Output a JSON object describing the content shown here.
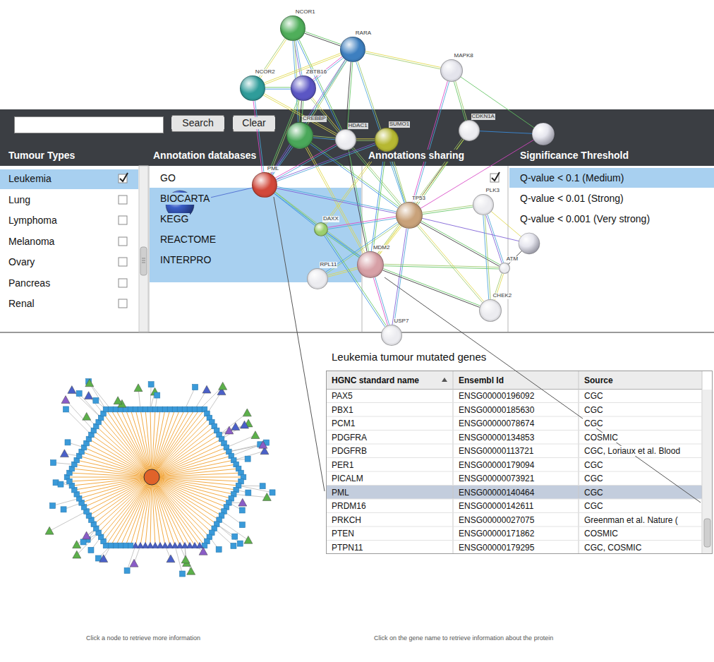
{
  "diagram": {
    "nodes": [
      {
        "text": [
          "NCOR1"
        ]
      },
      {
        "text": [
          "RARA"
        ]
      },
      {
        "text": [
          "MAPK8"
        ]
      },
      {
        "text": [
          "NCOR2"
        ]
      },
      {
        "text": [
          "ZBTB16"
        ]
      },
      {
        "text": [
          "CREBBP"
        ]
      },
      {
        "text": [
          "HDAC1"
        ]
      },
      {
        "text": [
          "SUMO1"
        ]
      },
      {
        "text": [
          "CDKN1A"
        ]
      },
      {
        "text": [
          "PML"
        ]
      },
      {
        "text": [
          "PLK3"
        ]
      },
      {
        "text": [
          "TP53"
        ]
      },
      {
        "text": [
          "DAXX"
        ]
      },
      {
        "text": [
          "MDM2"
        ]
      },
      {
        "text": [
          "ATM"
        ]
      },
      {
        "text": [
          "RPL11"
        ]
      },
      {
        "text": [
          "CHEK2"
        ]
      },
      {
        "text": [
          "USP7"
        ]
      }
    ],
    "edges": [
      {
        "from": 0,
        "to": 1,
        "arrow": "none"
      },
      {
        "from": 0,
        "to": 3,
        "arrow": "none"
      },
      {
        "from": 0,
        "to": 4,
        "arrow": "none"
      },
      {
        "from": 0,
        "to": 5,
        "arrow": "none"
      },
      {
        "from": 0,
        "to": 6,
        "arrow": "none"
      },
      {
        "from": 1,
        "to": 3,
        "arrow": "none"
      },
      {
        "from": 1,
        "to": 4,
        "arrow": "none"
      },
      {
        "from": 1,
        "to": 5,
        "arrow": "none"
      },
      {
        "from": 1,
        "to": 6,
        "arrow": "none"
      },
      {
        "from": 1,
        "to": 2,
        "arrow": "none"
      },
      {
        "from": 1,
        "to": 9,
        "arrow": "none"
      },
      {
        "from": 1,
        "to": 11,
        "arrow": "none"
      },
      {
        "from": 3,
        "to": 4,
        "arrow": "none"
      },
      {
        "from": 3,
        "to": 6,
        "arrow": "none"
      },
      {
        "from": 3,
        "to": 9,
        "arrow": "none"
      },
      {
        "from": 4,
        "to": 9,
        "arrow": "none"
      },
      {
        "from": 4,
        "to": 5,
        "arrow": "none"
      },
      {
        "from": 4,
        "to": 6,
        "arrow": "none"
      },
      {
        "from": 5,
        "to": 9,
        "arrow": "none"
      },
      {
        "from": 5,
        "to": 6,
        "arrow": "none"
      },
      {
        "from": 5,
        "to": 11,
        "arrow": "none"
      },
      {
        "from": 5,
        "to": 13,
        "arrow": "none"
      },
      {
        "from": 6,
        "to": 9,
        "arrow": "none"
      },
      {
        "from": 6,
        "to": 11,
        "arrow": "none"
      },
      {
        "from": 6,
        "to": 13,
        "arrow": "none"
      },
      {
        "from": 6,
        "to": 7,
        "arrow": "none"
      },
      {
        "from": 7,
        "to": 9,
        "arrow": "none"
      },
      {
        "from": 7,
        "to": 11,
        "arrow": "none"
      },
      {
        "from": 7,
        "to": 13,
        "arrow": "none"
      },
      {
        "from": 7,
        "to": 12,
        "arrow": "none"
      },
      {
        "from": 2,
        "to": 11,
        "arrow": "none"
      },
      {
        "from": 2,
        "to": 8,
        "arrow": "none"
      },
      {
        "from": 8,
        "to": 11,
        "arrow": "none"
      },
      {
        "from": 8,
        "to": 13,
        "arrow": "none"
      },
      {
        "from": 9,
        "to": 11,
        "arrow": "none"
      },
      {
        "from": 9,
        "to": 13,
        "arrow": "none"
      },
      {
        "from": 9,
        "to": 12,
        "arrow": "none"
      },
      {
        "from": 11,
        "to": 13,
        "arrow": "none"
      },
      {
        "from": 11,
        "to": 12,
        "arrow": "none"
      },
      {
        "from": 11,
        "to": 10,
        "arrow": "none"
      },
      {
        "from": 11,
        "to": 14,
        "arrow": "none"
      },
      {
        "from": 11,
        "to": 16,
        "arrow": "none"
      },
      {
        "from": 11,
        "to": 17,
        "arrow": "none"
      },
      {
        "from": 11,
        "to": 15,
        "arrow": "none"
      },
      {
        "from": 13,
        "to": 12,
        "arrow": "none"
      },
      {
        "from": 13,
        "to": 15,
        "arrow": "none"
      },
      {
        "from": 13,
        "to": 17,
        "arrow": "none"
      },
      {
        "from": 13,
        "to": 14,
        "arrow": "none"
      },
      {
        "from": 13,
        "to": 16,
        "arrow": "none"
      },
      {
        "from": 14,
        "to": 16,
        "arrow": "none"
      },
      {
        "from": 10,
        "to": 14,
        "arrow": "none"
      },
      {
        "from": 10,
        "to": 16,
        "arrow": "none"
      },
      {
        "from": 12,
        "to": 17,
        "arrow": "none"
      }
    ],
    "labels": [
      "Search",
      "Clear",
      "Tumour Types",
      "Annotation databases",
      "Annotations sharing",
      "Significance Threshold",
      "Leukemia",
      "Lung",
      "Lymphoma",
      "Melanoma",
      "Ovary",
      "Pancreas",
      "Renal",
      "GO",
      "BIOCARTA",
      "KEGG",
      "REACTOME",
      "INTERPRO",
      "Q-value < 0.1 (Medium)",
      "Q-value < 0.01 (Strong)",
      "Q-value < 0.001 (Very strong)",
      "Leukemia tumour mutated genes",
      "HGNC standard name",
      "Ensembl Id",
      "Source",
      "PAX5",
      "ENSG00000196092",
      "CGC",
      "PBX1",
      "ENSG00000185630",
      "CGC",
      "PCM1",
      "ENSG00000078674",
      "CGC",
      "PDGFRA",
      "ENSG00000134853",
      "COSMIC",
      "PDGFRB",
      "ENSG00000113721",
      "CGC, Loriaux et al. Blood",
      "PER1",
      "ENSG00000179094",
      "CGC",
      "PICALM",
      "ENSG00000073921",
      "CGC",
      "PML",
      "ENSG00000140464",
      "CGC",
      "PRDM16",
      "ENSG00000142611",
      "CGC",
      "PRKCH",
      "ENSG00000027075",
      "Greenman et al. Nature (",
      "PTEN",
      "ENSG00000171862",
      "COSMIC",
      "PTPN11",
      "ENSG00000179295",
      "CGC, COSMIC",
      "Click a node to retrieve more information",
      "Click on the gene name to retrieve information about the protein"
    ]
  }
}
